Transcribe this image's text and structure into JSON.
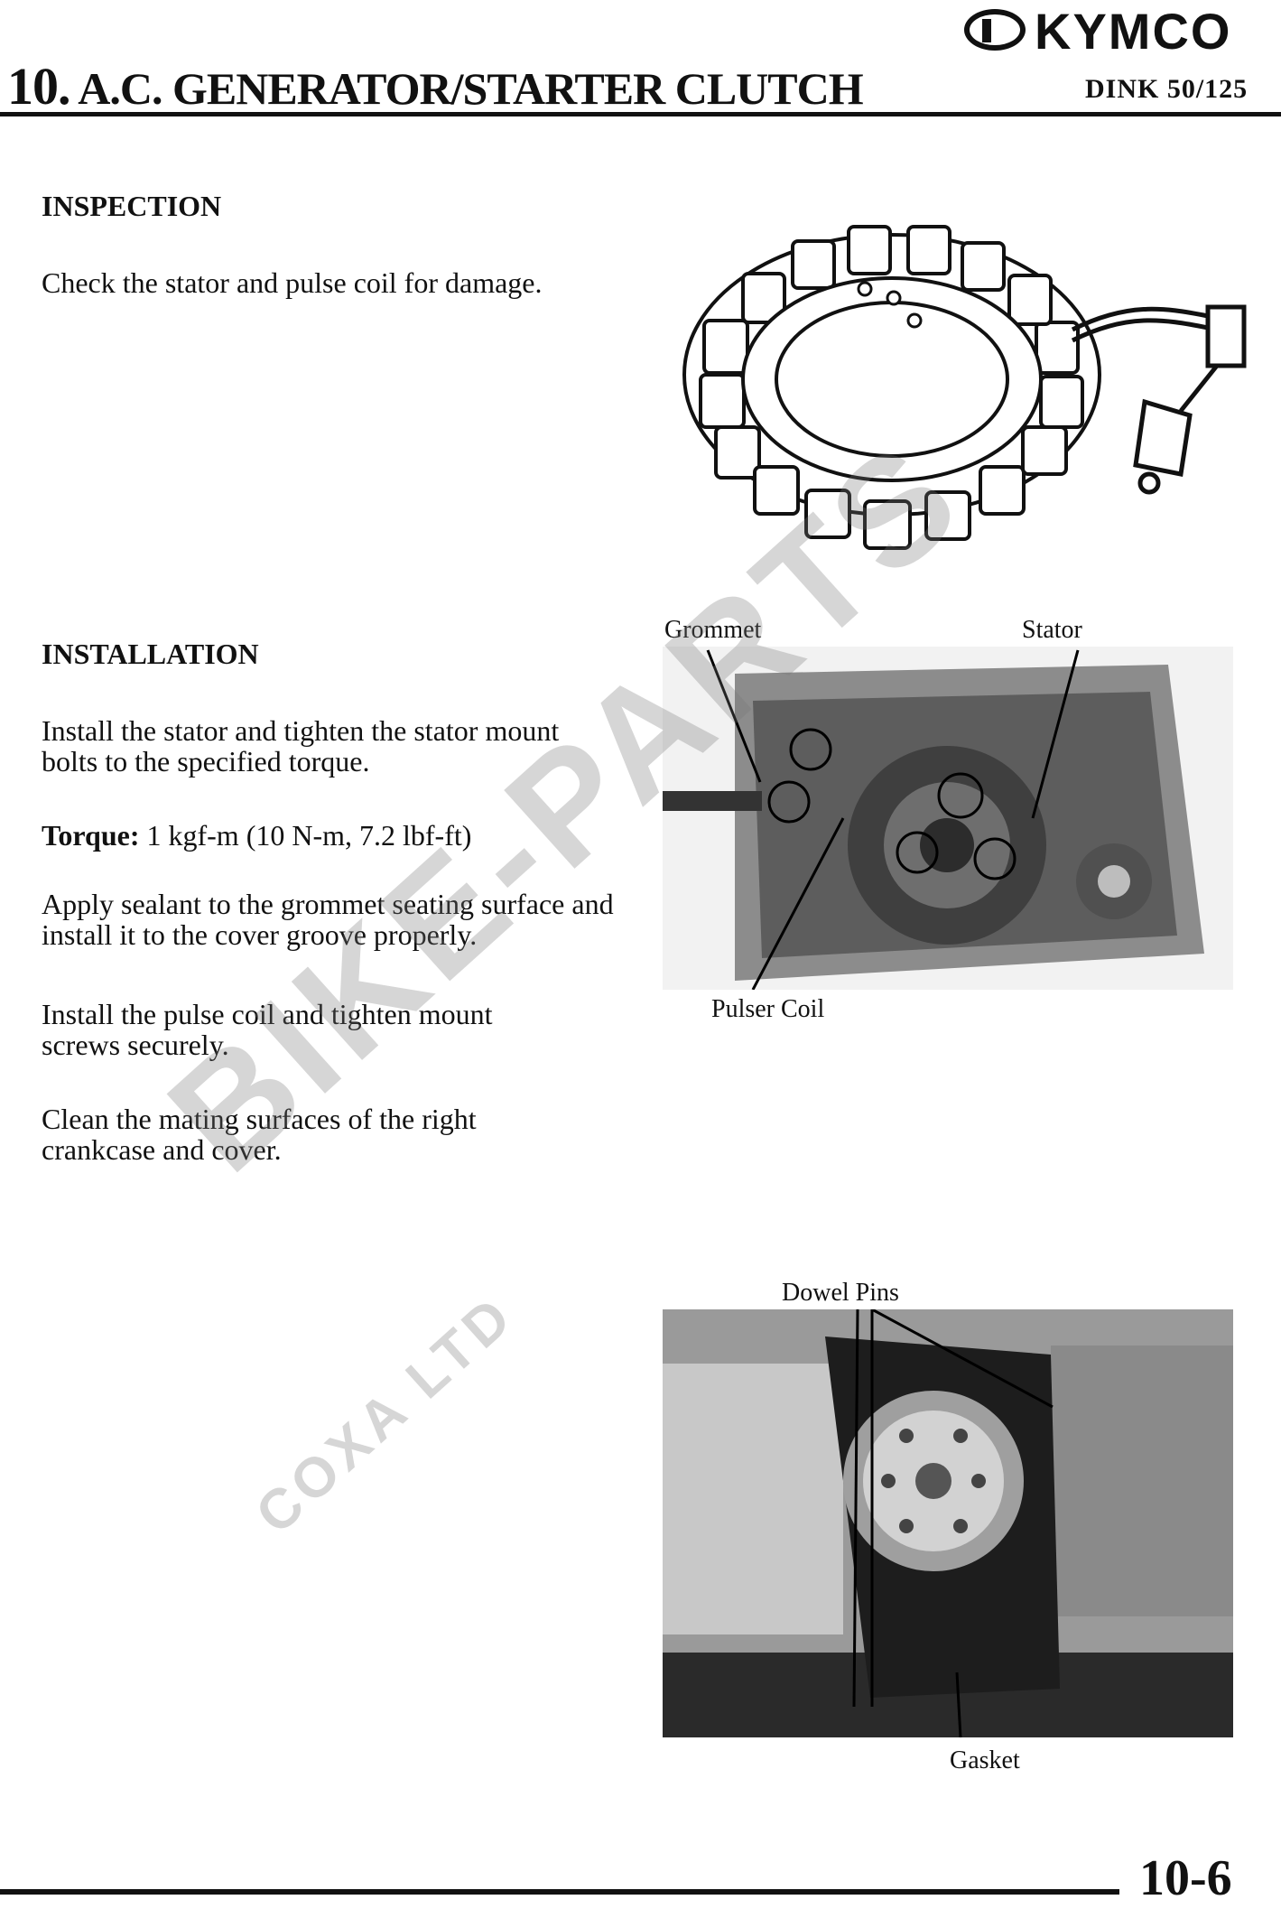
{
  "header": {
    "brand": "KYMCO",
    "chapter_number": "10.",
    "chapter_title": "A.C. GENERATOR/STARTER CLUTCH",
    "model": "DINK 50/125"
  },
  "inspection": {
    "heading": "INSPECTION",
    "text": "Check the stator and pulse coil for damage."
  },
  "installation": {
    "heading": "INSTALLATION",
    "step1": "Install the stator and tighten the stator mount bolts to the specified torque.",
    "torque_label": "Torque:",
    "torque_value": " 1 kgf-m (10 N-m, 7.2 lbf-ft)",
    "step2": "Apply sealant to the grommet seating surface and install it to the cover groove properly.",
    "step3": "Install the pulse coil and tighten mount screws securely.",
    "step4": "Clean the mating surfaces of the right crankcase and cover."
  },
  "figure2": {
    "label_grommet": "Grommet",
    "label_stator": "Stator",
    "label_pulser": "Pulser Coil"
  },
  "figure3": {
    "label_dowel": "Dowel Pins",
    "label_gasket": "Gasket"
  },
  "watermark": {
    "line1": "BIKE-PARTS",
    "line2": "COXA LTD"
  },
  "footer": {
    "page_number": "10-6"
  }
}
